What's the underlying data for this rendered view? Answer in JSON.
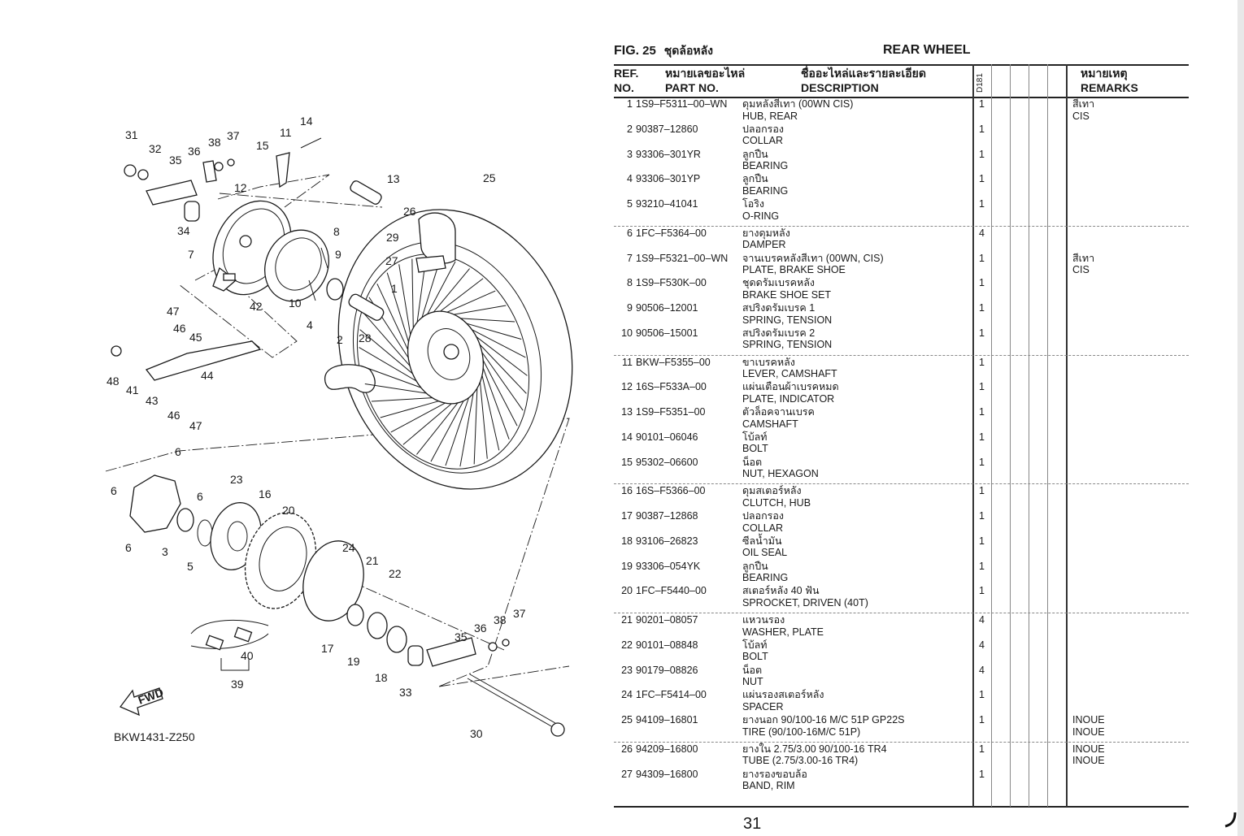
{
  "header": {
    "fig_label": "FIG.",
    "fig_number": "25",
    "title_th": "ชุดล้อหลัง",
    "title_en": "REAR WHEEL"
  },
  "columns": {
    "ref_line1": "REF.",
    "ref_line2": "NO.",
    "part_th": "หมายเลขอะไหล่",
    "part_en": "PART NO.",
    "desc_th": "ชื่ออะไหล่และรายละเอียด",
    "desc_en": "DESCRIPTION",
    "model": "D181",
    "remarks_th": "หมายเหตุ",
    "remarks_en": "REMARKS"
  },
  "groups": [
    [
      {
        "ref": "1",
        "part_no": "1S9–F5311–00–WN",
        "desc_th": "ดุมหลังสีเทา (00WN CIS)",
        "desc_en": "HUB, REAR",
        "qty": "1",
        "remark1": "สีเทา",
        "remark2": "CIS"
      },
      {
        "ref": "2",
        "part_no": "90387–12860",
        "desc_th": "ปลอกรอง",
        "desc_en": "COLLAR",
        "qty": "1"
      },
      {
        "ref": "3",
        "part_no": "93306–301YR",
        "desc_th": "ลูกปืน",
        "desc_en": "BEARING",
        "qty": "1"
      },
      {
        "ref": "4",
        "part_no": "93306–301YP",
        "desc_th": "ลูกปืน",
        "desc_en": "BEARING",
        "qty": "1"
      },
      {
        "ref": "5",
        "part_no": "93210–41041",
        "desc_th": "โอริง",
        "desc_en": "O-RING",
        "qty": "1"
      }
    ],
    [
      {
        "ref": "6",
        "part_no": "1FC–F5364–00",
        "desc_th": "ยางดุมหลัง",
        "desc_en": "DAMPER",
        "qty": "4"
      },
      {
        "ref": "7",
        "part_no": "1S9–F5321–00–WN",
        "desc_th": "จานเบรคหลังสีเทา (00WN, CIS)",
        "desc_en": "PLATE, BRAKE SHOE",
        "qty": "1",
        "remark1": "สีเทา",
        "remark2": "CIS"
      },
      {
        "ref": "8",
        "part_no": "1S9–F530K–00",
        "desc_th": "ชุดดรัมเบรคหลัง",
        "desc_en": "BRAKE SHOE SET",
        "qty": "1"
      },
      {
        "ref": "9",
        "part_no": "90506–12001",
        "desc_th": "สปริงดรัมเบรค 1",
        "desc_en": "SPRING, TENSION",
        "qty": "1"
      },
      {
        "ref": "10",
        "part_no": "90506–15001",
        "desc_th": "สปริงดรัมเบรค 2",
        "desc_en": "SPRING, TENSION",
        "qty": "1"
      }
    ],
    [
      {
        "ref": "11",
        "part_no": "BKW–F5355–00",
        "desc_th": "ขาเบรคหลัง",
        "desc_en": "LEVER, CAMSHAFT",
        "qty": "1"
      },
      {
        "ref": "12",
        "part_no": "16S–F533A–00",
        "desc_th": "แผ่นเตือนผ้าเบรคหมด",
        "desc_en": "PLATE, INDICATOR",
        "qty": "1"
      },
      {
        "ref": "13",
        "part_no": "1S9–F5351–00",
        "desc_th": "ตัวล็อคจานเบรค",
        "desc_en": "CAMSHAFT",
        "qty": "1"
      },
      {
        "ref": "14",
        "part_no": "90101–06046",
        "desc_th": "โบ้ลท์",
        "desc_en": "BOLT",
        "qty": "1"
      },
      {
        "ref": "15",
        "part_no": "95302–06600",
        "desc_th": "น็อต",
        "desc_en": "NUT, HEXAGON",
        "qty": "1"
      }
    ],
    [
      {
        "ref": "16",
        "part_no": "16S–F5366–00",
        "desc_th": "ดุมสเตอร์หลัง",
        "desc_en": "CLUTCH, HUB",
        "qty": "1"
      },
      {
        "ref": "17",
        "part_no": "90387–12868",
        "desc_th": "ปลอกรอง",
        "desc_en": "COLLAR",
        "qty": "1"
      },
      {
        "ref": "18",
        "part_no": "93106–26823",
        "desc_th": "ซีลน้ำมัน",
        "desc_en": "OIL SEAL",
        "qty": "1"
      },
      {
        "ref": "19",
        "part_no": "93306–054YK",
        "desc_th": "ลูกปืน",
        "desc_en": "BEARING",
        "qty": "1"
      },
      {
        "ref": "20",
        "part_no": "1FC–F5440–00",
        "desc_th": "สเตอร์หลัง 40 ฟัน",
        "desc_en": "SPROCKET, DRIVEN (40T)",
        "qty": "1"
      }
    ],
    [
      {
        "ref": "21",
        "part_no": "90201–08057",
        "desc_th": "แหวนรอง",
        "desc_en": "WASHER, PLATE",
        "qty": "4"
      },
      {
        "ref": "22",
        "part_no": "90101–08848",
        "desc_th": "โบ้ลท์",
        "desc_en": "BOLT",
        "qty": "4"
      },
      {
        "ref": "23",
        "part_no": "90179–08826",
        "desc_th": "น็อต",
        "desc_en": "NUT",
        "qty": "4"
      },
      {
        "ref": "24",
        "part_no": "1FC–F5414–00",
        "desc_th": "แผ่นรองสเตอร์หลัง",
        "desc_en": "SPACER",
        "qty": "1"
      },
      {
        "ref": "25",
        "part_no": "94109–16801",
        "desc_th": "ยางนอก 90/100-16 M/C 51P GP22S",
        "desc_en": "TIRE (90/100-16M/C 51P)",
        "qty": "1",
        "remark1": "INOUE",
        "remark2": "INOUE"
      }
    ],
    [
      {
        "ref": "26",
        "part_no": "94209–16800",
        "desc_th": "ยางใน 2.75/3.00 90/100-16 TR4",
        "desc_en": "TUBE (2.75/3.00-16 TR4)",
        "qty": "1",
        "remark1": "INOUE",
        "remark2": "INOUE"
      },
      {
        "ref": "27",
        "part_no": "94309–16800",
        "desc_th": "ยางรองขอบล้อ",
        "desc_en": "BAND, RIM",
        "qty": "1"
      }
    ]
  ],
  "page_number": "31",
  "diagram": {
    "code": "BKW1431-Z250",
    "fwd_label": "FWD",
    "callouts": [
      "31",
      "32",
      "35",
      "36",
      "38",
      "37",
      "11",
      "14",
      "15",
      "13",
      "12",
      "25",
      "26",
      "34",
      "7",
      "8",
      "9",
      "29",
      "27",
      "1",
      "42",
      "10",
      "4",
      "47",
      "46",
      "45",
      "2",
      "28",
      "48",
      "41",
      "44",
      "43",
      "46",
      "47",
      "6",
      "6",
      "6",
      "23",
      "16",
      "20",
      "6",
      "3",
      "5",
      "24",
      "21",
      "22",
      "37",
      "36",
      "38",
      "35",
      "40",
      "17",
      "19",
      "18",
      "33",
      "39",
      "30"
    ]
  }
}
